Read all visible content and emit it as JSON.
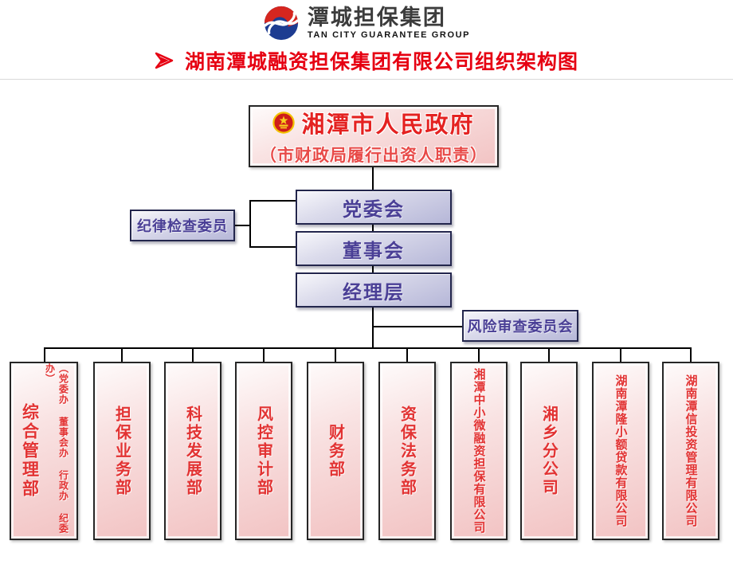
{
  "logo": {
    "name": "潭城担保集团",
    "tagline": "TAN CITY GUARANTEE GROUP",
    "icon": "pinwheel-red-blue-logo"
  },
  "title": "湖南潭城融资担保集团有限公司组织架构图",
  "chart": {
    "top": {
      "emblem_icon": "china-national-emblem",
      "line1": "湘潭市人民政府",
      "line2": "（市财政局履行出资人职责）"
    },
    "governance": [
      "党委会",
      "董事会",
      "经理层"
    ],
    "committees": {
      "discipline": "纪律检查委员",
      "risk": "风险审查委员会"
    },
    "departments": [
      {
        "name": "综合管理部",
        "sub": "（党委办 董事会办 行政办 纪委办）"
      },
      {
        "name": "担保业务部"
      },
      {
        "name": "科技发展部"
      },
      {
        "name": "风控审计部"
      },
      {
        "name": "财务部"
      },
      {
        "name": "资保法务部"
      },
      {
        "name": "湘潭中小微融资担保有限公司"
      },
      {
        "name": "湘乡分公司"
      },
      {
        "name": "湖南潭隆小额贷款有限公司"
      },
      {
        "name": "湖南潭信投资管理有限公司"
      }
    ]
  },
  "colors": {
    "title_red": "#e60012",
    "dept_text_red": "#e23333",
    "governance_purple": "#4a3f96",
    "pink_box": "#f2c3c3",
    "lavender_box": "#b6b7d8",
    "line_black": "#000000",
    "logo_red": "#d6261f",
    "logo_blue": "#1d3c91"
  }
}
